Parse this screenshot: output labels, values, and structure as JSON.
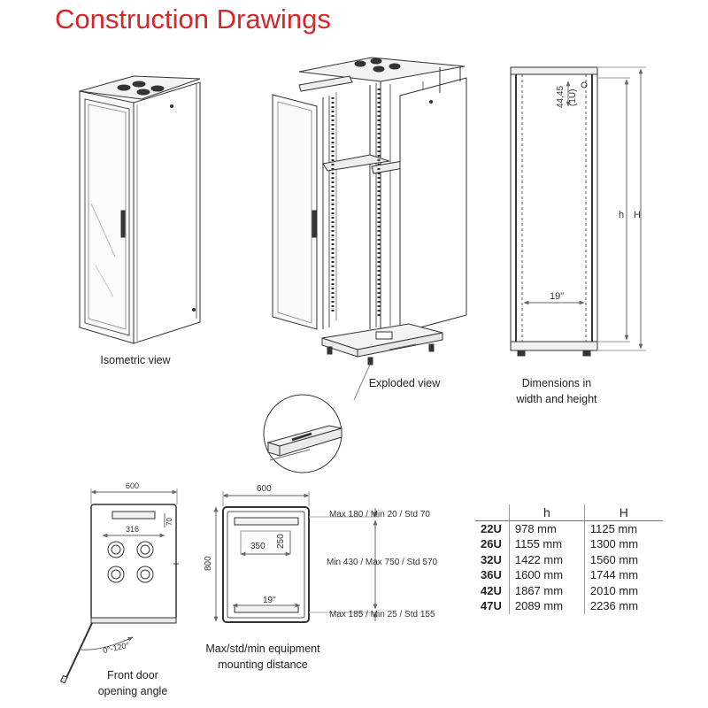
{
  "title": "Construction Drawings",
  "captions": {
    "isometric": "Isometric view",
    "exploded": "Exploded view",
    "dimensions_line1": "Dimensions in",
    "dimensions_line2": "width and height",
    "front_door_line1": "Front door",
    "front_door_line2": "opening angle",
    "mounting_line1": "Max/std/min equipment",
    "mounting_line2": "mounting distance"
  },
  "front_dims": {
    "unit_height": "44,45",
    "unit_height_paren": "(1U)",
    "inner_height": "h",
    "outer_height": "H",
    "rail_width": "19\""
  },
  "top_view": {
    "width": "600",
    "inner_width": "316",
    "depth_mark": "70",
    "angle": "0°-120°"
  },
  "side_view": {
    "width": "600",
    "depth": "800",
    "opening_width": "350",
    "opening_height": "250",
    "rail_width": "19\"",
    "distance_top": "Max 180 / Min 20 / Std 70",
    "distance_mid": "Min 430 / Max 750 / Std 570",
    "distance_bottom": "Max 185 / Min 25 / Std 155"
  },
  "size_table": {
    "headers": [
      "",
      "h",
      "H"
    ],
    "rows": [
      {
        "u": "22U",
        "h": "978 mm",
        "H": "1125 mm"
      },
      {
        "u": "26U",
        "h": "1155 mm",
        "H": "1300 mm"
      },
      {
        "u": "32U",
        "h": "1422 mm",
        "H": "1560 mm"
      },
      {
        "u": "36U",
        "h": "1600 mm",
        "H": "1744 mm"
      },
      {
        "u": "42U",
        "h": "1867 mm",
        "H": "2010 mm"
      },
      {
        "u": "47U",
        "h": "2089 mm",
        "H": "2236 mm"
      }
    ]
  }
}
